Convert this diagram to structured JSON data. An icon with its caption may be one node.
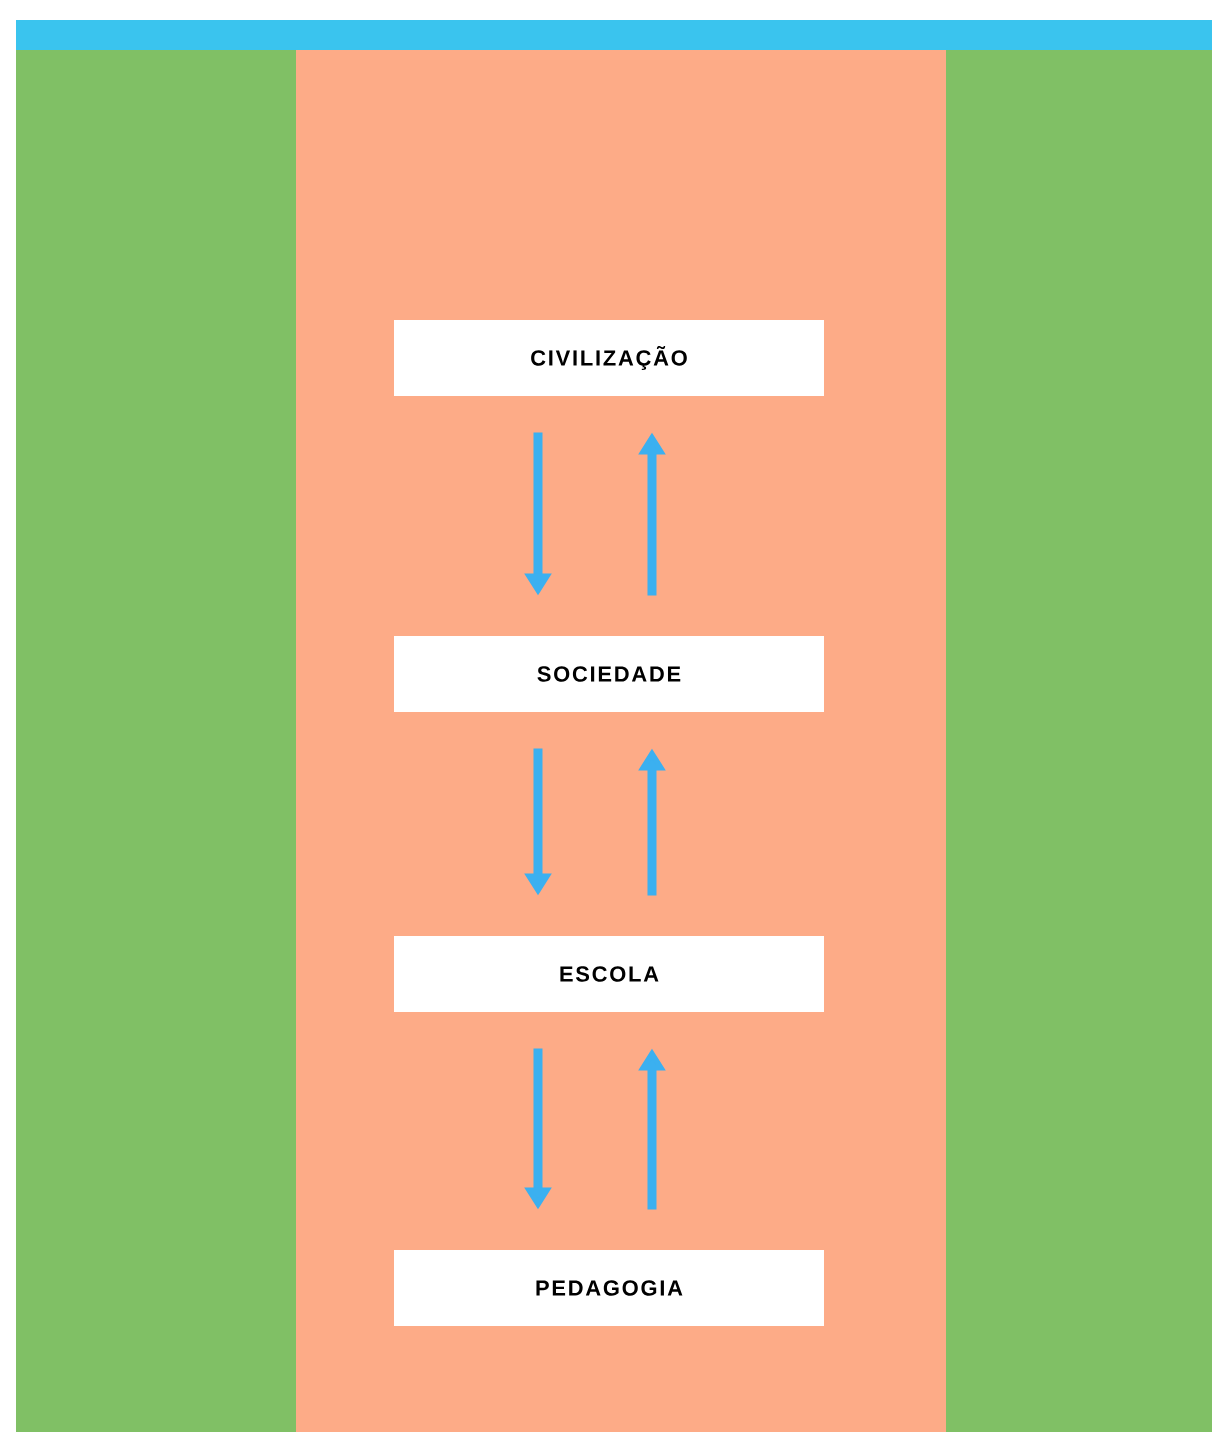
{
  "diagram": {
    "nodes": [
      {
        "text": [
          "CIVILIZAÇÃO"
        ]
      },
      {
        "text": [
          "SOCIEDADE"
        ]
      },
      {
        "text": [
          "ESCOLA"
        ]
      },
      {
        "text": [
          "PEDAGOGIA"
        ]
      }
    ],
    "edges": [
      {
        "from": 0,
        "to": 1,
        "arrow": "to"
      },
      {
        "from": 1,
        "to": 0,
        "arrow": "to"
      },
      {
        "from": 1,
        "to": 2,
        "arrow": "to"
      },
      {
        "from": 2,
        "to": 1,
        "arrow": "to"
      },
      {
        "from": 2,
        "to": 3,
        "arrow": "to"
      },
      {
        "from": 3,
        "to": 2,
        "arrow": "to"
      }
    ]
  }
}
